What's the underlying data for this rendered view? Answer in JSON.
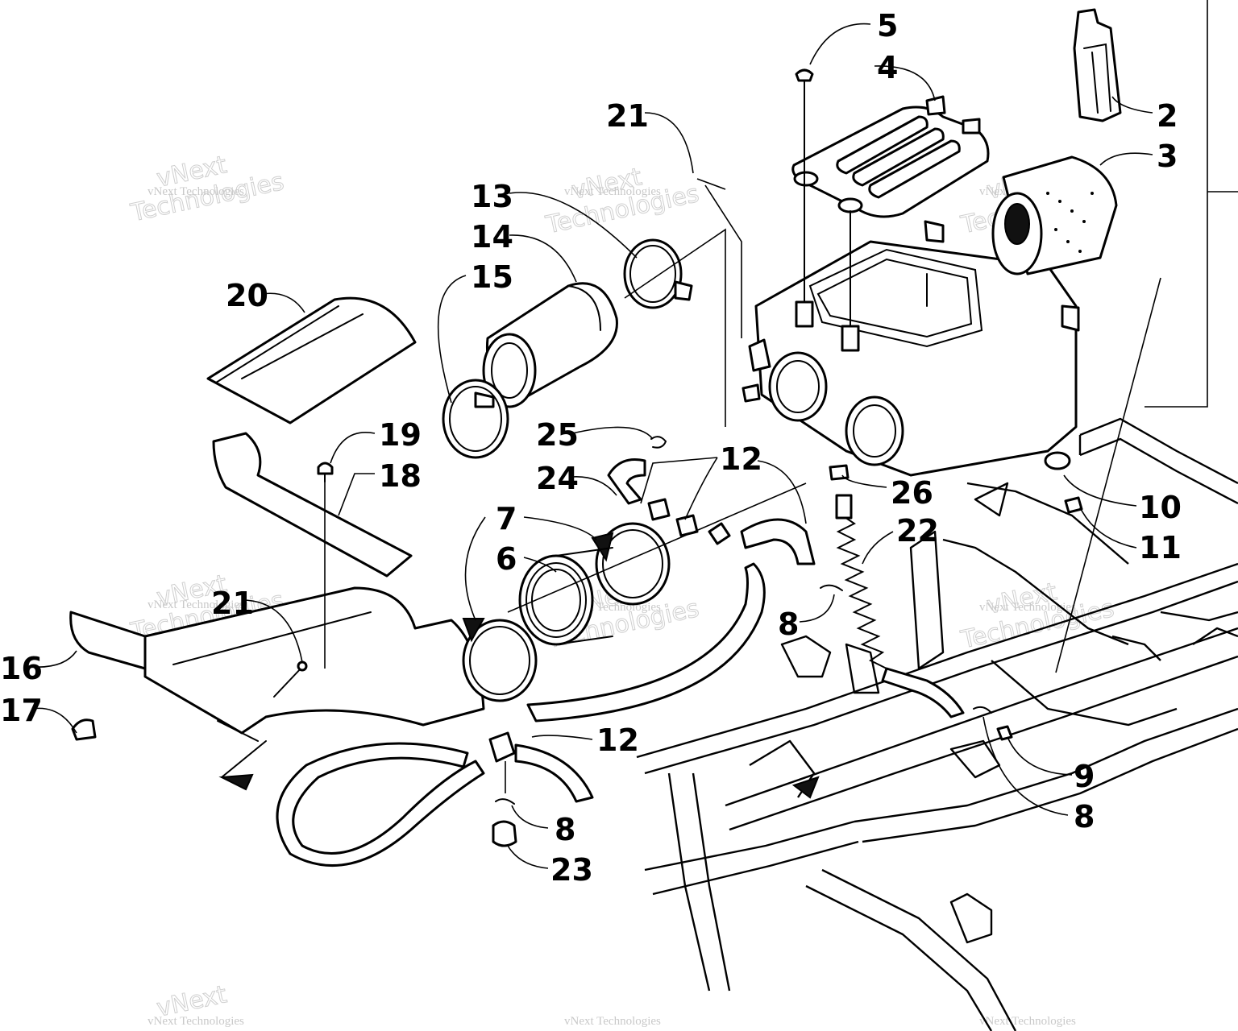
{
  "diagram": {
    "callouts": [
      {
        "id": "c5",
        "text": "5"
      },
      {
        "id": "c4",
        "text": "4"
      },
      {
        "id": "c2",
        "text": "2"
      },
      {
        "id": "c3",
        "text": "3"
      },
      {
        "id": "c21a",
        "text": "21"
      },
      {
        "id": "c13",
        "text": "13"
      },
      {
        "id": "c14",
        "text": "14"
      },
      {
        "id": "c15",
        "text": "15"
      },
      {
        "id": "c20",
        "text": "20"
      },
      {
        "id": "c19",
        "text": "19"
      },
      {
        "id": "c18",
        "text": "18"
      },
      {
        "id": "c25",
        "text": "25"
      },
      {
        "id": "c24",
        "text": "24"
      },
      {
        "id": "c12a",
        "text": "12"
      },
      {
        "id": "c26",
        "text": "26"
      },
      {
        "id": "c22",
        "text": "22"
      },
      {
        "id": "c10",
        "text": "10"
      },
      {
        "id": "c11",
        "text": "11"
      },
      {
        "id": "c7",
        "text": "7"
      },
      {
        "id": "c6",
        "text": "6"
      },
      {
        "id": "c8a",
        "text": "8"
      },
      {
        "id": "c21b",
        "text": "21"
      },
      {
        "id": "c16",
        "text": "16"
      },
      {
        "id": "c17",
        "text": "17"
      },
      {
        "id": "c12b",
        "text": "12"
      },
      {
        "id": "c9",
        "text": "9"
      },
      {
        "id": "c8b",
        "text": "8"
      },
      {
        "id": "c8c",
        "text": "8"
      },
      {
        "id": "c23",
        "text": "23"
      }
    ],
    "watermark": {
      "line1": "vNext Technologies",
      "line2": "vNext",
      "line3": "Technologies"
    }
  }
}
